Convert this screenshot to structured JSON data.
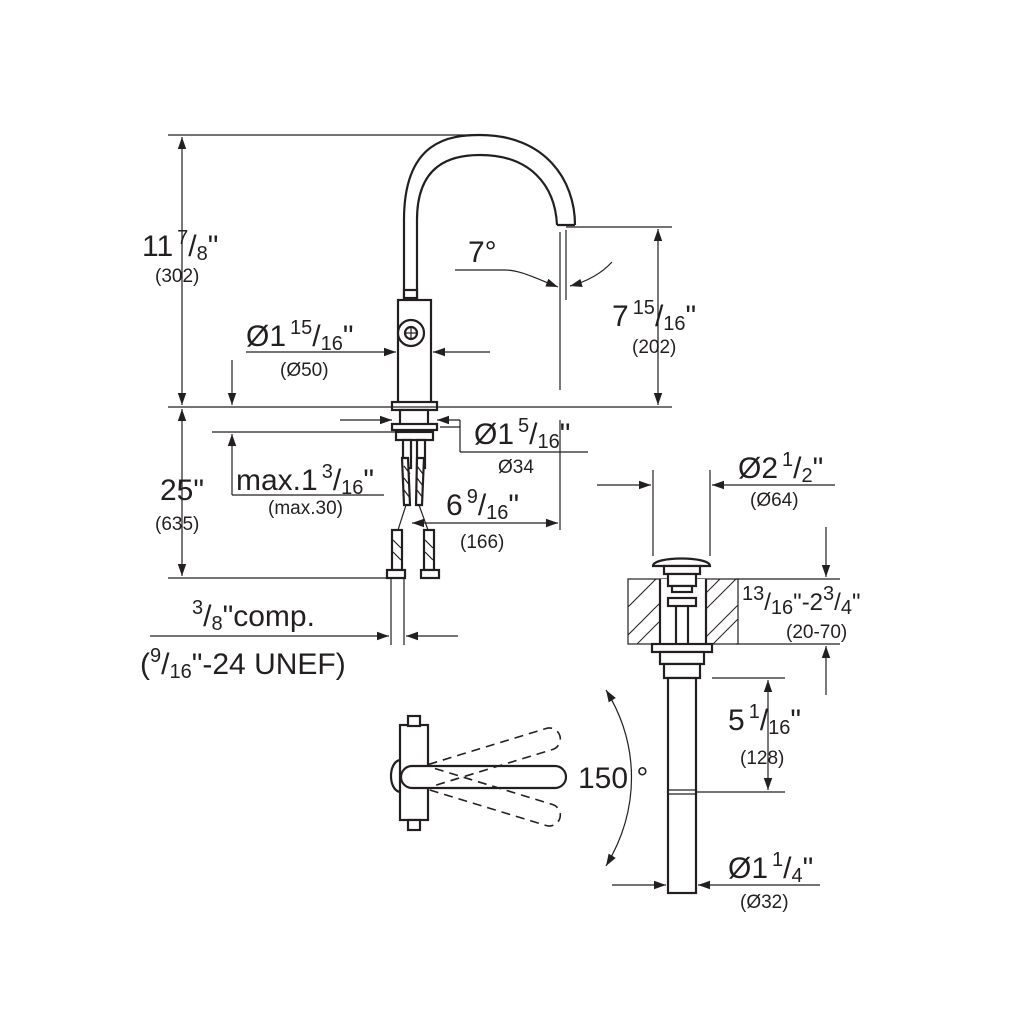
{
  "dimensions": {
    "total_height": {
      "whole": "11",
      "num": "7",
      "den": "8",
      "unit": "\"",
      "metric": "(302)"
    },
    "spout_angle": {
      "text": "7°"
    },
    "spout_height": {
      "whole": "7",
      "num": "15",
      "den": "16",
      "unit": "\"",
      "metric": "(202)"
    },
    "body_diameter": {
      "whole": "Ø1",
      "num": "15",
      "den": "16",
      "unit": "\"",
      "metric": "(Ø50)"
    },
    "hole_diameter": {
      "whole": "Ø1",
      "num": "5",
      "den": "16",
      "unit": "\"",
      "metric": "Ø34"
    },
    "below_deck": {
      "whole": "25",
      "unit": "\"",
      "metric": "(635)"
    },
    "deck_thickness": {
      "prefix": "max.1",
      "num": "3",
      "den": "16",
      "unit": "\"",
      "metric": "(max.30)"
    },
    "spout_reach": {
      "whole": "6",
      "num": "9",
      "den": "16",
      "unit": "\"",
      "metric": "(166)"
    },
    "connection": {
      "num": "3",
      "den": "8",
      "text": "\"comp.",
      "open": "(",
      "num2": "9",
      "den2": "16",
      "text2": "\"-24 UNEF)"
    },
    "handle_rotation": {
      "text": "150 °"
    },
    "drain_cap": {
      "whole": "Ø2",
      "num": "1",
      "den": "2",
      "unit": "\"",
      "metric": "(Ø64)"
    },
    "drain_range": {
      "num": "13",
      "den": "16",
      "mid": "\"-2",
      "num2": "3",
      "den2": "4",
      "unit": "\"",
      "metric": "(20-70)"
    },
    "drain_length": {
      "whole": "5",
      "num": "1",
      "den": "16",
      "unit": "\"",
      "metric": "(128)"
    },
    "drain_pipe": {
      "whole": "Ø1",
      "num": "1",
      "den": "4",
      "unit": "\"",
      "metric": "(Ø32)"
    }
  }
}
